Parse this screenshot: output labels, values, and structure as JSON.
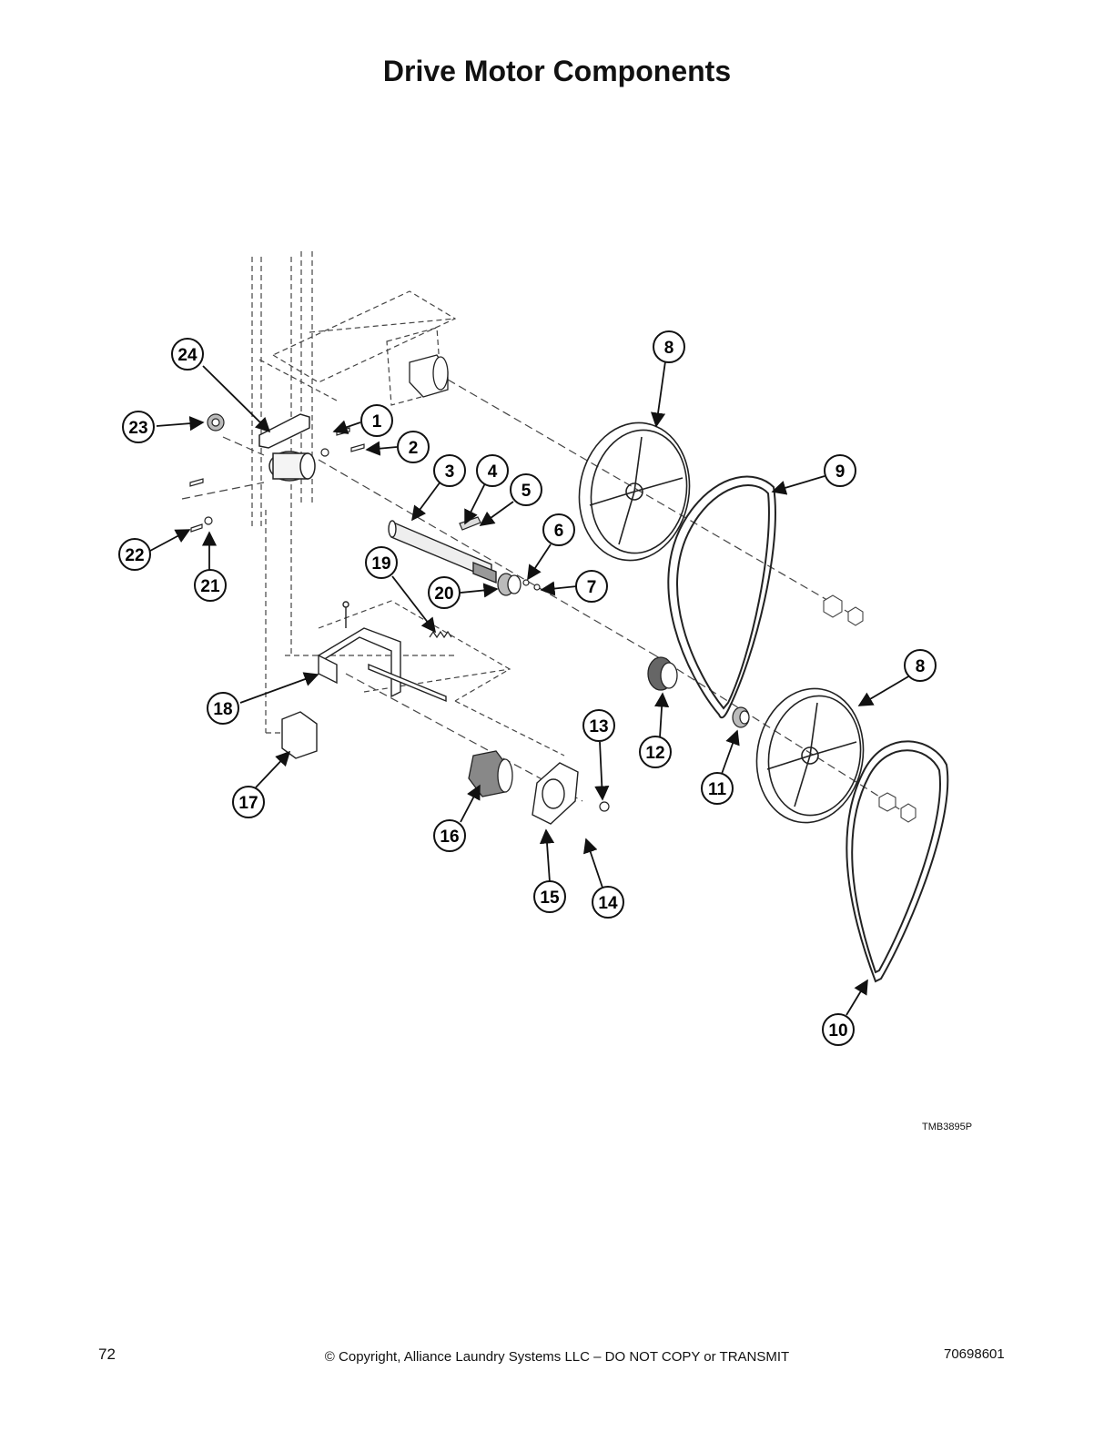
{
  "page": {
    "title": "Drive Motor Components",
    "figure_code": "TMB3895P",
    "page_number": "72",
    "copyright": "© Copyright, Alliance Laundry Systems LLC – DO NOT COPY or TRANSMIT",
    "doc_number": "70698601"
  },
  "callouts": [
    {
      "num": "1",
      "name": "callout-1"
    },
    {
      "num": "2",
      "name": "callout-2"
    },
    {
      "num": "3",
      "name": "callout-3"
    },
    {
      "num": "4",
      "name": "callout-4"
    },
    {
      "num": "5",
      "name": "callout-5"
    },
    {
      "num": "6",
      "name": "callout-6"
    },
    {
      "num": "7",
      "name": "callout-7"
    },
    {
      "num": "8",
      "name": "callout-8-upper"
    },
    {
      "num": "9",
      "name": "callout-9"
    },
    {
      "num": "8",
      "name": "callout-8-lower"
    },
    {
      "num": "10",
      "name": "callout-10"
    },
    {
      "num": "11",
      "name": "callout-11"
    },
    {
      "num": "12",
      "name": "callout-12"
    },
    {
      "num": "13",
      "name": "callout-13"
    },
    {
      "num": "14",
      "name": "callout-14"
    },
    {
      "num": "15",
      "name": "callout-15"
    },
    {
      "num": "16",
      "name": "callout-16"
    },
    {
      "num": "17",
      "name": "callout-17"
    },
    {
      "num": "18",
      "name": "callout-18"
    },
    {
      "num": "19",
      "name": "callout-19"
    },
    {
      "num": "20",
      "name": "callout-20"
    },
    {
      "num": "21",
      "name": "callout-21"
    },
    {
      "num": "22",
      "name": "callout-22"
    },
    {
      "num": "23",
      "name": "callout-23"
    },
    {
      "num": "24",
      "name": "callout-24"
    }
  ]
}
